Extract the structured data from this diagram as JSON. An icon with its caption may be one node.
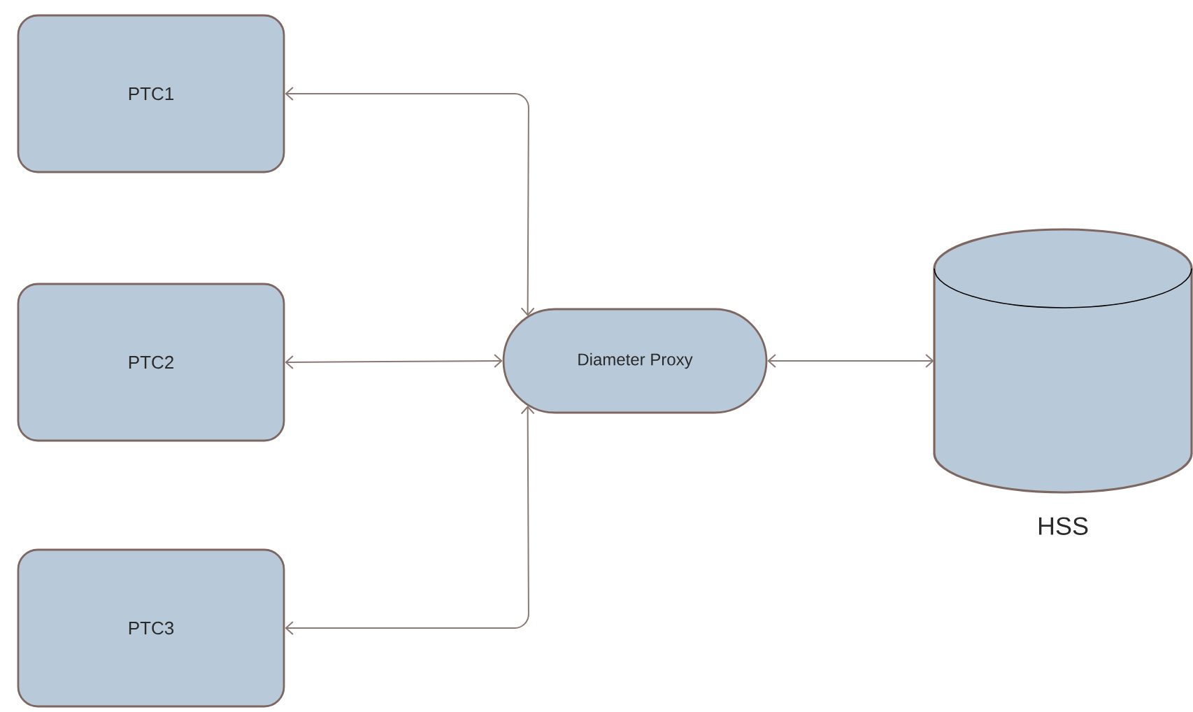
{
  "diagram": {
    "nodes": [
      {
        "text": [
          "PTC1"
        ]
      },
      {
        "text": [
          "PTC2"
        ]
      },
      {
        "text": [
          "PTC3"
        ]
      },
      {
        "text": [
          "Diameter Proxy"
        ]
      },
      {
        "text": [
          "HSS"
        ]
      }
    ],
    "edges": [
      {
        "from": 3,
        "to": 0,
        "arrow": "both"
      },
      {
        "from": 3,
        "to": 1,
        "arrow": "both"
      },
      {
        "from": 3,
        "to": 2,
        "arrow": "both"
      },
      {
        "from": 3,
        "to": 4,
        "arrow": "both"
      }
    ]
  }
}
